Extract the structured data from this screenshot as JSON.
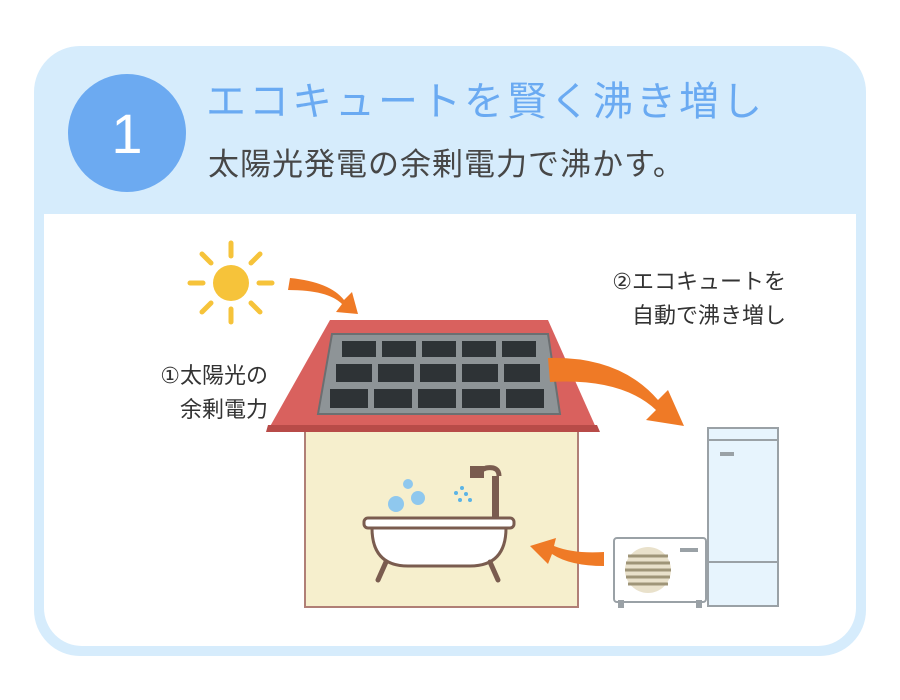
{
  "header": {
    "step_number": "1",
    "title": "エコキュートを賢く沸き増し",
    "subtitle": "太陽光発電の余剰電力で沸かす。"
  },
  "diagram": {
    "label_1": [
      "①太陽光の",
      "余剰電力"
    ],
    "label_2": [
      "②エコキュートを",
      "自動で沸き増し"
    ]
  },
  "colors": {
    "accent_blue": "#6caaf1",
    "card_bg": "#d6ecfc",
    "arrow_orange": "#ef7a26",
    "roof_red": "#d9615e",
    "sun_yellow": "#f6c33a"
  }
}
